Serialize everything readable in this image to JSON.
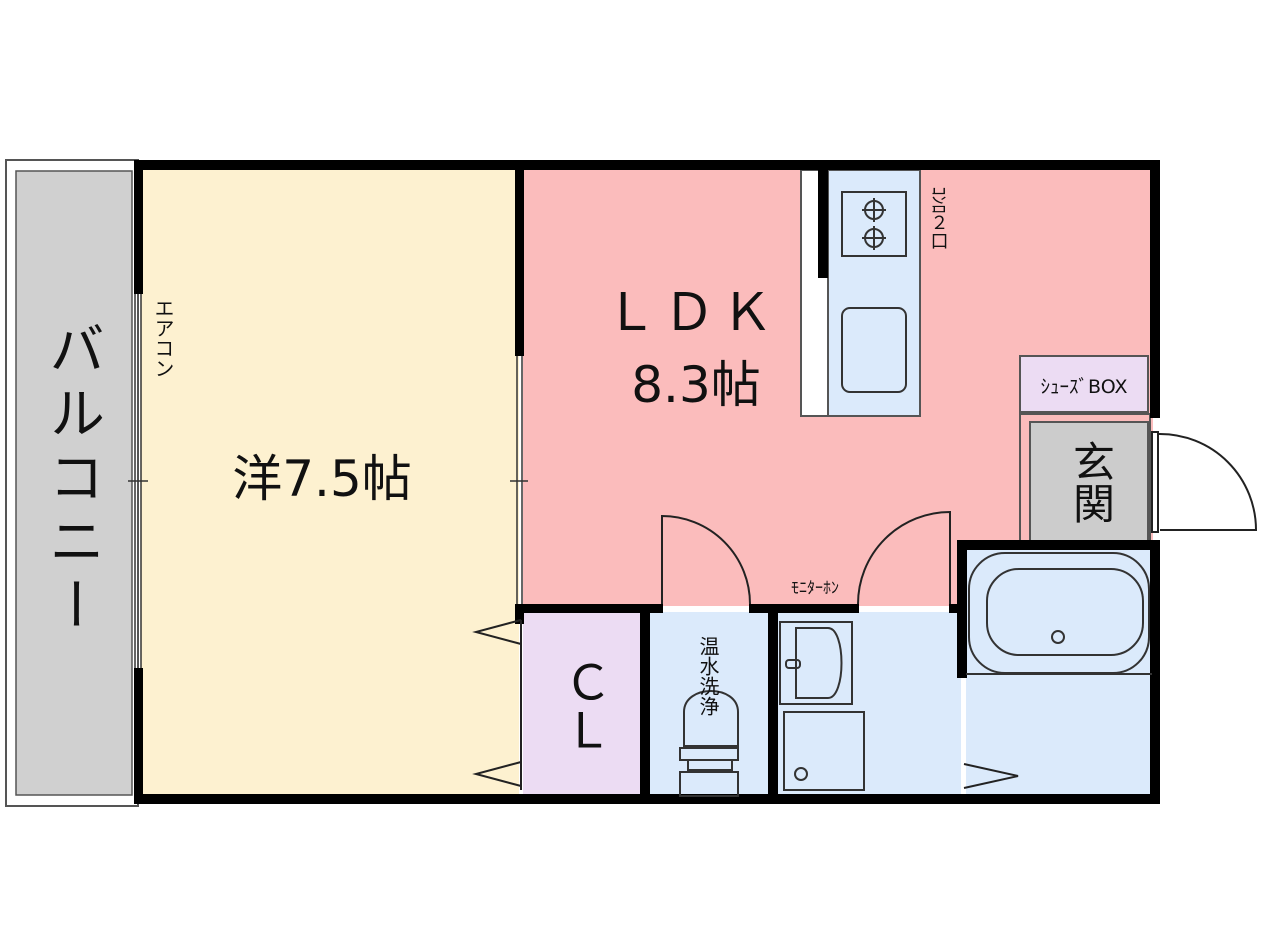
{
  "plan": {
    "balcony": {
      "label": "バルコニー"
    },
    "western_room": {
      "label": "洋7.5帖",
      "aircon": "エアコン"
    },
    "ldk": {
      "label": "ＬＤＫ",
      "size": "8.3帖"
    },
    "stove": {
      "label": "ｺﾝﾛ２口"
    },
    "shoe_box": {
      "label": "ｼｭｰｽﾞBOX"
    },
    "entrance": {
      "label": "玄関"
    },
    "closet": {
      "label": "ＣＬ"
    },
    "toilet": {
      "label": "温水洗浄"
    },
    "intercom": {
      "label": "ﾓﾆﾀｰﾎﾝ"
    }
  },
  "colors": {
    "balcony": "#d0d0d0",
    "western_room": "#fdf1d0",
    "ldk": "#fbbcbc",
    "kitchen": "#dbeafb",
    "shoe_box": "#ecdcf3",
    "entrance": "#cccccc",
    "closet": "#ecdcf3",
    "wet_area": "#dbeafb"
  }
}
